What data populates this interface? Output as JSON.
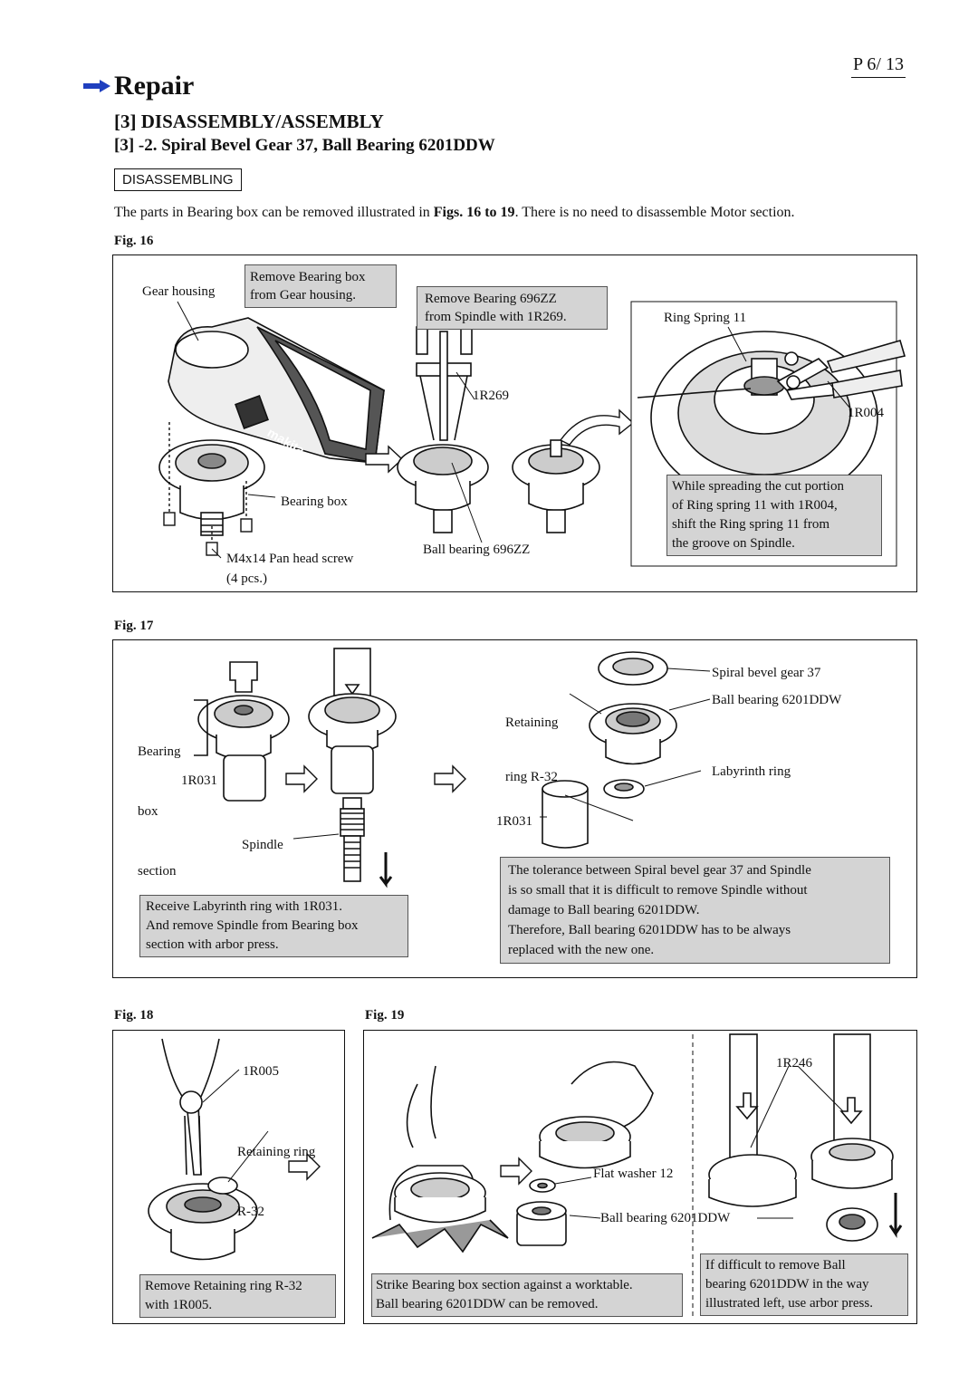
{
  "header": {
    "page_number": "P 6/ 13",
    "section_title": "Repair",
    "heading": "[3] DISASSEMBLY/ASSEMBLY",
    "subheading": "[3] -2. Spiral Bevel Gear 37, Ball Bearing 6201DDW"
  },
  "tag": "DISASSEMBLING",
  "intro": {
    "part1": "The parts in Bearing box can be removed illustrated in ",
    "bold": "Figs. 16 to 19",
    "part2": ". There is no need to disassemble Motor section."
  },
  "fig16": {
    "label": "Fig. 16",
    "gear_housing": "Gear housing",
    "note_remove_box_1": "Remove Bearing box",
    "note_remove_box_2": "from Gear housing.",
    "bearing_box": "Bearing box",
    "screw_1": "M4x14 Pan head screw",
    "screw_2": "(4 pcs.)",
    "note_696_1": "Remove Bearing 696ZZ",
    "note_696_2": "from Spindle with 1R269.",
    "tool_1r269": "1R269",
    "ball_bearing_696": "Ball bearing 696ZZ",
    "ring_spring": "Ring Spring 11",
    "tool_1r004": "1R004",
    "note_spread_1": "While spreading the cut portion",
    "note_spread_2": "of Ring spring 11 with 1R004,",
    "note_spread_3": "shift the Ring spring 11 from",
    "note_spread_4": "the groove on Spindle.",
    "brand": "makita"
  },
  "fig17": {
    "label": "Fig. 17",
    "bearing_box_section_1": "Bearing",
    "bearing_box_section_2": "box",
    "bearing_box_section_3": "section",
    "tool_1r031_left": "1R031",
    "spindle": "Spindle",
    "note_receive_1": "Receive Labyrinth ring with 1R031.",
    "note_receive_2": "And remove Spindle from Bearing box",
    "note_receive_3": "section with arbor press.",
    "retaining_1": "Retaining",
    "retaining_2": "ring R-32",
    "spiral_bevel": "Spiral bevel gear 37",
    "ball_bearing_6201": "Ball bearing 6201DDW",
    "labyrinth": "Labyrinth ring",
    "tool_1r031_right": "1R031",
    "note_tol_1": "The tolerance between Spiral bevel gear 37 and Spindle",
    "note_tol_2": " is so small that it is difficult to remove Spindle without",
    "note_tol_3": "damage to Ball bearing 6201DDW.",
    "note_tol_4": "Therefore, Ball bearing 6201DDW has to be always",
    "note_tol_5": "replaced with the new one."
  },
  "fig18": {
    "label": "Fig. 18",
    "tool_1r005": "1R005",
    "retaining_1": "Retaining ring",
    "retaining_2": "R-32",
    "note_1": "Remove Retaining ring R-32",
    "note_2": "with 1R005."
  },
  "fig19": {
    "label": "Fig. 19",
    "tool_1r246": "1R246",
    "flat_washer": "Flat washer 12",
    "ball_bearing": "Ball bearing 6201DDW",
    "note_strike_1": "Strike Bearing box section against a worktable.",
    "note_strike_2": "Ball bearing 6201DDW can be removed.",
    "note_diff_1": "If difficult to remove Ball",
    "note_diff_2": "bearing 6201DDW in the way",
    "note_diff_3": " illustrated left, use arbor press."
  },
  "colors": {
    "note_background": "#d4d4d4",
    "arrow_blue": "#1f3fbf"
  }
}
